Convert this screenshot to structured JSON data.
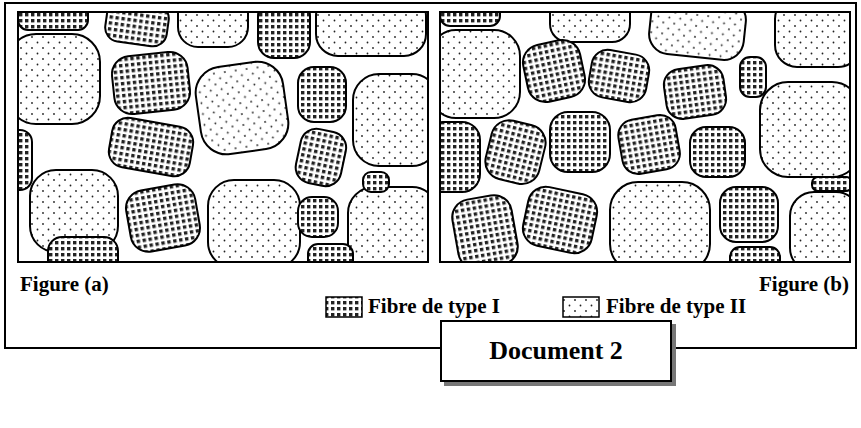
{
  "diagram": {
    "title": "Document 2",
    "labels": [
      "Figure (a)",
      "Figure (b)"
    ],
    "legend": [
      {
        "text": "Fibre de type I"
      },
      {
        "text": "Fibre de type II"
      }
    ]
  }
}
